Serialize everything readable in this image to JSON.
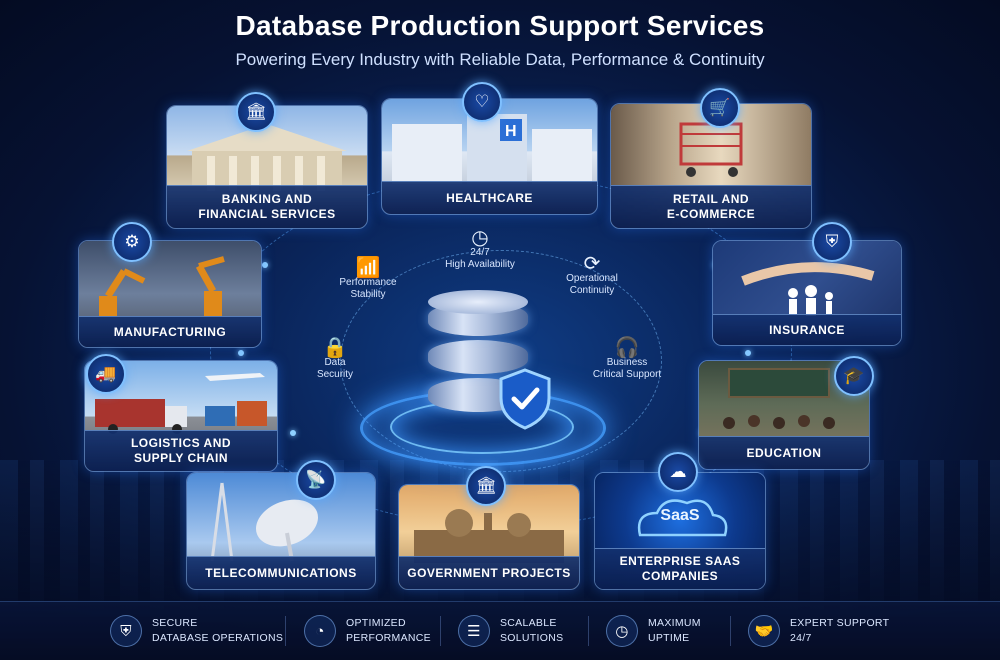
{
  "header": {
    "title": "Database Production Support Services",
    "subtitle": "Powering Every Industry with Reliable Data, Performance & Continuity"
  },
  "industries": [
    {
      "key": "banking",
      "label_line1": "BANKING AND",
      "label_line2": "FINANCIAL SERVICES",
      "icon": "bank-icon"
    },
    {
      "key": "healthcare",
      "label_line1": "HEALTHCARE",
      "label_line2": "",
      "icon": "heart-pulse-icon"
    },
    {
      "key": "retail",
      "label_line1": "RETAIL AND",
      "label_line2": "E-COMMERCE",
      "icon": "shopping-cart-icon"
    },
    {
      "key": "manufacturing",
      "label_line1": "MANUFACTURING",
      "label_line2": "",
      "icon": "gear-icon"
    },
    {
      "key": "insurance",
      "label_line1": "INSURANCE",
      "label_line2": "",
      "icon": "shield-check-icon"
    },
    {
      "key": "logistics",
      "label_line1": "LOGISTICS AND",
      "label_line2": "SUPPLY CHAIN",
      "icon": "truck-icon"
    },
    {
      "key": "education",
      "label_line1": "EDUCATION",
      "label_line2": "",
      "icon": "graduation-cap-icon"
    },
    {
      "key": "telecom",
      "label_line1": "TELECOMMUNICATIONS",
      "label_line2": "",
      "icon": "antenna-icon"
    },
    {
      "key": "government",
      "label_line1": "GOVERNMENT PROJECTS",
      "label_line2": "",
      "icon": "government-building-icon"
    },
    {
      "key": "saas",
      "label_line1": "ENTERPRISE SAAS",
      "label_line2": "COMPANIES",
      "icon": "cloud-icon",
      "badge_text": "SaaS"
    }
  ],
  "features": [
    {
      "label_line1": "24/7",
      "label_line2": "High Availability",
      "icon": "clock-24-icon"
    },
    {
      "label_line1": "Performance",
      "label_line2": "Stability",
      "icon": "growth-chart-icon"
    },
    {
      "label_line1": "Operational",
      "label_line2": "Continuity",
      "icon": "refresh-icon"
    },
    {
      "label_line1": "Data",
      "label_line2": "Security",
      "icon": "lock-shield-icon"
    },
    {
      "label_line1": "Business",
      "label_line2": "Critical Support",
      "icon": "headset-icon"
    }
  ],
  "bottom_bar": [
    {
      "line1": "SECURE",
      "line2": "DATABASE OPERATIONS",
      "icon": "shield-check-icon"
    },
    {
      "line1": "OPTIMIZED",
      "line2": "PERFORMANCE",
      "icon": "speedometer-icon"
    },
    {
      "line1": "SCALABLE",
      "line2": "SOLUTIONS",
      "icon": "database-icon"
    },
    {
      "line1": "MAXIMUM",
      "line2": "UPTIME",
      "icon": "clock-icon"
    },
    {
      "line1": "EXPERT SUPPORT",
      "line2": "24/7",
      "icon": "handshake-icon"
    }
  ],
  "colors": {
    "background": "#061233",
    "accent_glow": "#4aa0ff",
    "label_bar": "#12306e"
  }
}
